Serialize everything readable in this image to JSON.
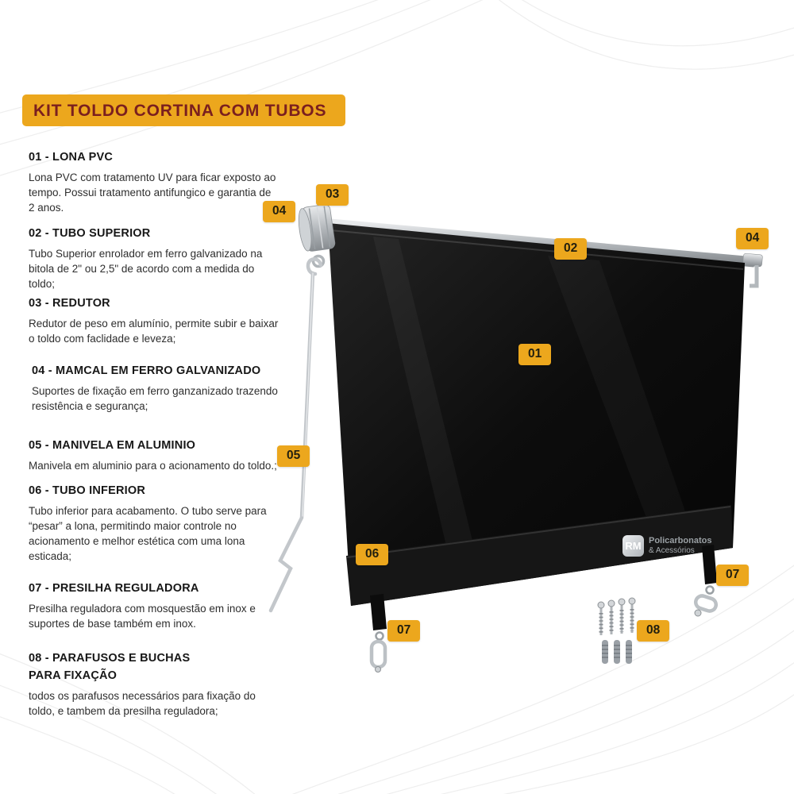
{
  "title": "KIT TOLDO CORTINA COM TUBOS",
  "colors": {
    "accent": "#ECA71D",
    "title_text": "#7A1F1F",
    "canvas": "#0d0d0d"
  },
  "parts": [
    {
      "heading": "01 - LONA PVC",
      "description": "Lona PVC com tratamento UV para ficar exposto ao tempo. Possui tratamento antifungico e garantia de 2 anos."
    },
    {
      "heading": "02 - TUBO SUPERIOR",
      "description": "Tubo Superior enrolador em ferro galvanizado na bitola de 2\" ou 2,5\" de acordo com a medida do toldo;"
    },
    {
      "heading": "03 - REDUTOR",
      "description": "Redutor de peso em alumínio, permite subir e baixar o toldo com faclidade e leveza;"
    },
    {
      "heading": "04 - MAMCAL  EM FERRO GALVANIZADO",
      "description": "Suportes de fixação em ferro ganzanizado trazendo resistência e segurança;"
    },
    {
      "heading": "05 - MANIVELA EM ALUMINIO",
      "description": "Manivela em aluminio para o acionamento do toldo.;"
    },
    {
      "heading": "06 - TUBO INFERIOR",
      "description": "Tubo inferior para acabamento. O tubo serve para “pesar” a lona, permitindo maior controle no acionamento e melhor estética com uma lona esticada;"
    },
    {
      "heading": "07 - PRESILHA REGULADORA",
      "description": "Presilha reguladora com mosquestão em inox e suportes de base também em inox."
    },
    {
      "heading": "08 - PARAFUSOS E BUCHAS PARA FIXAÇÃO",
      "description": "todos os parafusos necessários para fixação do toldo, e tambem da presilha reguladora;"
    }
  ],
  "diagram": {
    "labels": [
      "03",
      "04",
      "02",
      "04",
      "01",
      "05",
      "06",
      "07",
      "07",
      "08"
    ]
  },
  "watermark": {
    "logo": "RM",
    "line1": "Policarbonatos",
    "line2": "& Acessórios"
  }
}
